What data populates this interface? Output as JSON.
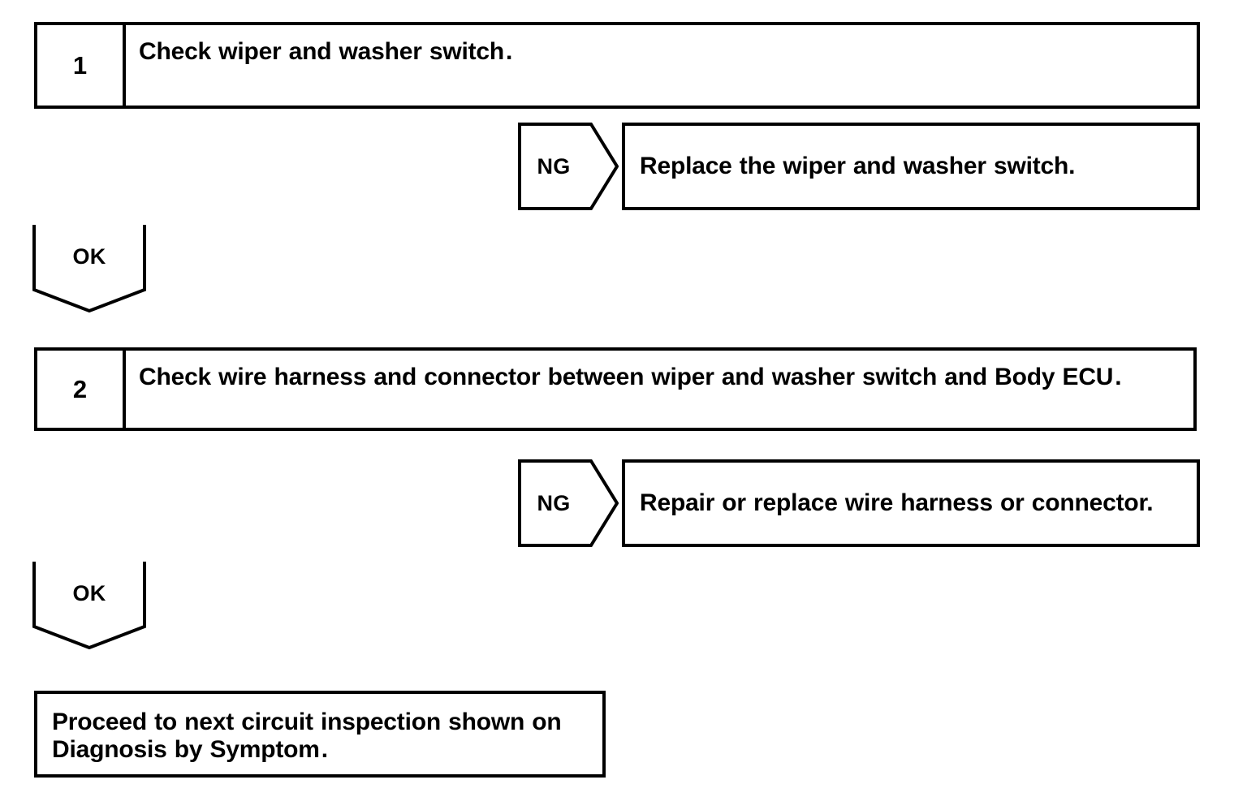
{
  "diagram": {
    "title": "Wiper and washer switch circuit inspection flowchart",
    "type": "troubleshooting-flowchart",
    "line_color": "#000000",
    "background_color": "#ffffff"
  },
  "steps": [
    {
      "number": "1",
      "text": "Check wiper and washer switch",
      "period": "."
    },
    {
      "number": "2",
      "text": "Check wire harness and connector between wiper and washer switch and Body ECU",
      "period": "."
    }
  ],
  "branches": [
    {
      "label": "NG",
      "action": "Replace the wiper and washer switch."
    },
    {
      "label": "NG",
      "action": "Repair or replace wire harness or connector."
    }
  ],
  "continue_labels": [
    {
      "label": "OK"
    },
    {
      "label": "OK"
    }
  ],
  "final": {
    "line1": "Proceed to next circuit inspection shown on",
    "line2": "Diagnosis by Symptom",
    "period": "."
  }
}
